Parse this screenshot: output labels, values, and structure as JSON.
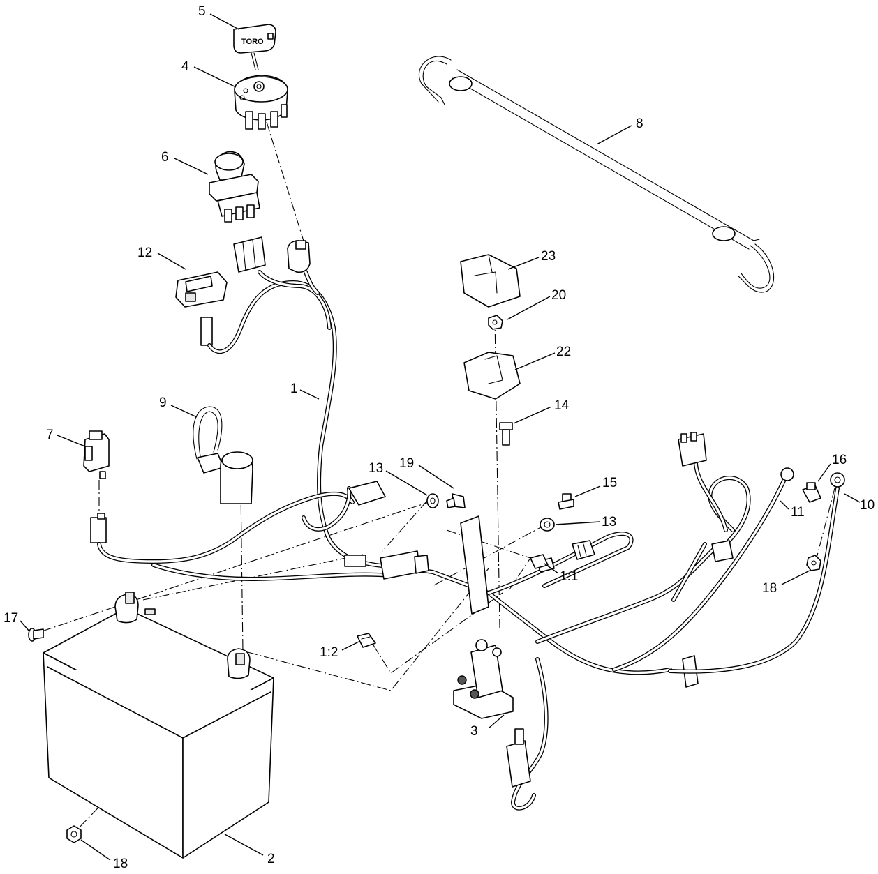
{
  "brand_label": "TORO",
  "callouts": [
    {
      "id": "c5",
      "label": "5"
    },
    {
      "id": "c4",
      "label": "4"
    },
    {
      "id": "c8",
      "label": "8"
    },
    {
      "id": "c6",
      "label": "6"
    },
    {
      "id": "c12",
      "label": "12"
    },
    {
      "id": "c23",
      "label": "23"
    },
    {
      "id": "c20",
      "label": "20"
    },
    {
      "id": "c22",
      "label": "22"
    },
    {
      "id": "c1",
      "label": "1"
    },
    {
      "id": "c9",
      "label": "9"
    },
    {
      "id": "c14",
      "label": "14"
    },
    {
      "id": "c7",
      "label": "7"
    },
    {
      "id": "c13a",
      "label": "13"
    },
    {
      "id": "c19",
      "label": "19"
    },
    {
      "id": "c15",
      "label": "15"
    },
    {
      "id": "c16",
      "label": "16"
    },
    {
      "id": "c10",
      "label": "10"
    },
    {
      "id": "c11",
      "label": "11"
    },
    {
      "id": "c13b",
      "label": "13"
    },
    {
      "id": "c1-1",
      "label": "1:1"
    },
    {
      "id": "c18a",
      "label": "18"
    },
    {
      "id": "c17",
      "label": "17"
    },
    {
      "id": "c1-2",
      "label": "1:2"
    },
    {
      "id": "c3",
      "label": "3"
    },
    {
      "id": "c2",
      "label": "2"
    },
    {
      "id": "c18b",
      "label": "18"
    }
  ]
}
